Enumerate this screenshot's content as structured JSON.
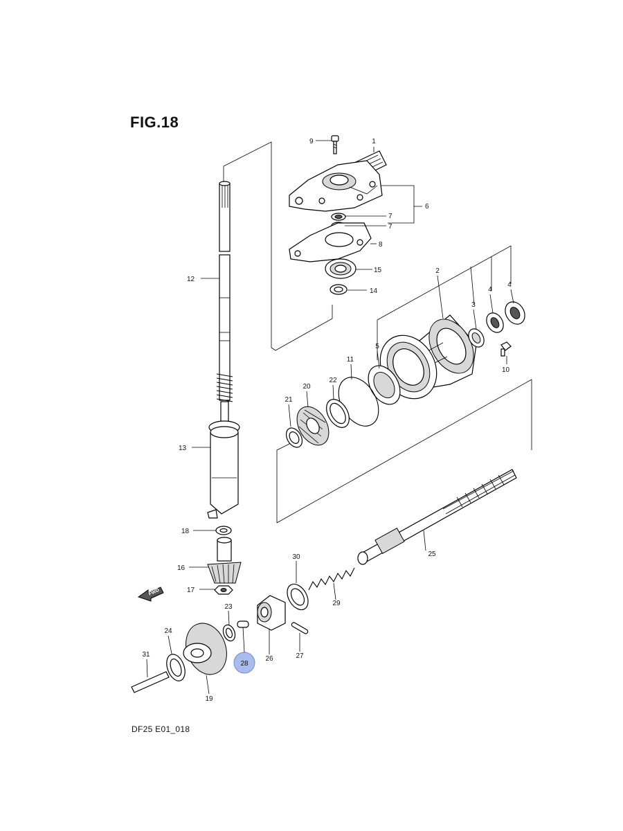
{
  "figure": {
    "title": "FIG.18",
    "code": "DF25 E01_018",
    "fwd_label": "FWD",
    "highlight_color": "#8ea6e6"
  },
  "callouts": [
    {
      "id": "c1",
      "text": "1"
    },
    {
      "id": "c2",
      "text": "2"
    },
    {
      "id": "c3",
      "text": "3"
    },
    {
      "id": "c4a",
      "text": "4"
    },
    {
      "id": "c4b",
      "text": "4"
    },
    {
      "id": "c5",
      "text": "5"
    },
    {
      "id": "c6",
      "text": "6"
    },
    {
      "id": "c7a",
      "text": "7"
    },
    {
      "id": "c7b",
      "text": "7"
    },
    {
      "id": "c8",
      "text": "8"
    },
    {
      "id": "c9",
      "text": "9"
    },
    {
      "id": "c10",
      "text": "10"
    },
    {
      "id": "c11",
      "text": "11"
    },
    {
      "id": "c12",
      "text": "12"
    },
    {
      "id": "c13",
      "text": "13"
    },
    {
      "id": "c14",
      "text": "14"
    },
    {
      "id": "c15",
      "text": "15"
    },
    {
      "id": "c16",
      "text": "16"
    },
    {
      "id": "c17",
      "text": "17"
    },
    {
      "id": "c18",
      "text": "18"
    },
    {
      "id": "c19",
      "text": "19"
    },
    {
      "id": "c20",
      "text": "20"
    },
    {
      "id": "c21",
      "text": "21"
    },
    {
      "id": "c22",
      "text": "22"
    },
    {
      "id": "c23",
      "text": "23"
    },
    {
      "id": "c24",
      "text": "24"
    },
    {
      "id": "c25",
      "text": "25"
    },
    {
      "id": "c26",
      "text": "26"
    },
    {
      "id": "c27",
      "text": "27"
    },
    {
      "id": "c28",
      "text": "28",
      "highlighted": true
    },
    {
      "id": "c29",
      "text": "29"
    },
    {
      "id": "c30",
      "text": "30"
    },
    {
      "id": "c31",
      "text": "31"
    }
  ]
}
